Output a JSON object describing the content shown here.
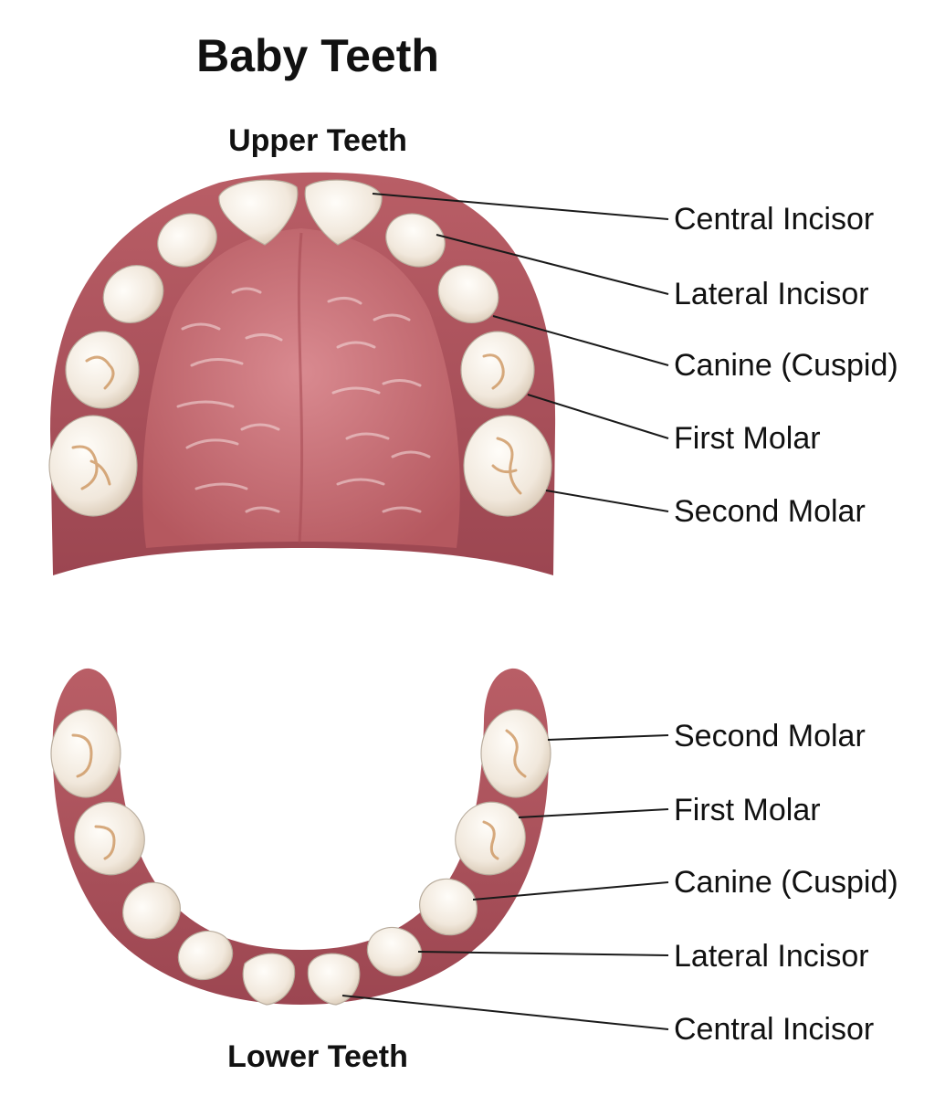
{
  "title": "Baby Teeth",
  "upper": {
    "heading": "Upper Teeth",
    "labels": [
      "Central Incisor",
      "Lateral Incisor",
      "Canine (Cuspid)",
      "First Molar",
      "Second Molar"
    ]
  },
  "lower": {
    "heading": "Lower Teeth",
    "labels": [
      "Second Molar",
      "First Molar",
      "Canine (Cuspid)",
      "Lateral Incisor",
      "Central Incisor"
    ]
  },
  "colors": {
    "gum": "#b5585f",
    "gum_dark": "#8e3b44",
    "palate": "#c96f77",
    "tooth": "#f6efe6",
    "tooth_shade": "#dccdbb"
  }
}
